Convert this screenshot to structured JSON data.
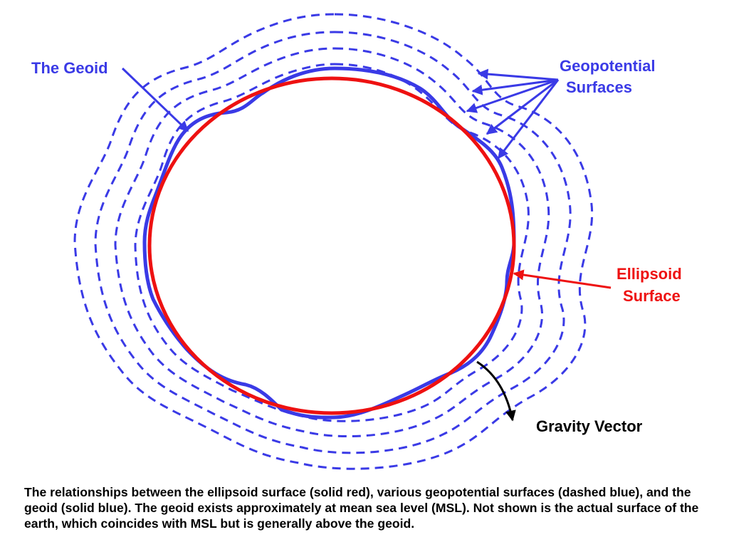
{
  "labels": {
    "geoid": "The Geoid",
    "geopotential_line1": "Geopotential",
    "geopotential_line2": "Surfaces",
    "ellipsoid_line1": "Ellipsoid",
    "ellipsoid_line2": "Surface",
    "gravity": "Gravity Vector"
  },
  "caption": "The relationships between the ellipsoid surface (solid red), various geopotential surfaces (dashed blue), and the geoid (solid blue).  The geoid exists approximately at mean sea level (MSL).  Not shown is the actual surface of the earth, which coincides with MSL but is generally above the geoid.",
  "colors": {
    "geoid": "#3a3ae6",
    "geopotential": "#3a3ae6",
    "ellipsoid": "#ee1111",
    "gravity": "#000000",
    "label_blue": "#3a3ae6",
    "label_red": "#ee1111",
    "label_black": "#000000"
  },
  "legend": {
    "ellipsoid": "solid red",
    "geopotential": "dashed blue",
    "geoid": "solid blue"
  }
}
